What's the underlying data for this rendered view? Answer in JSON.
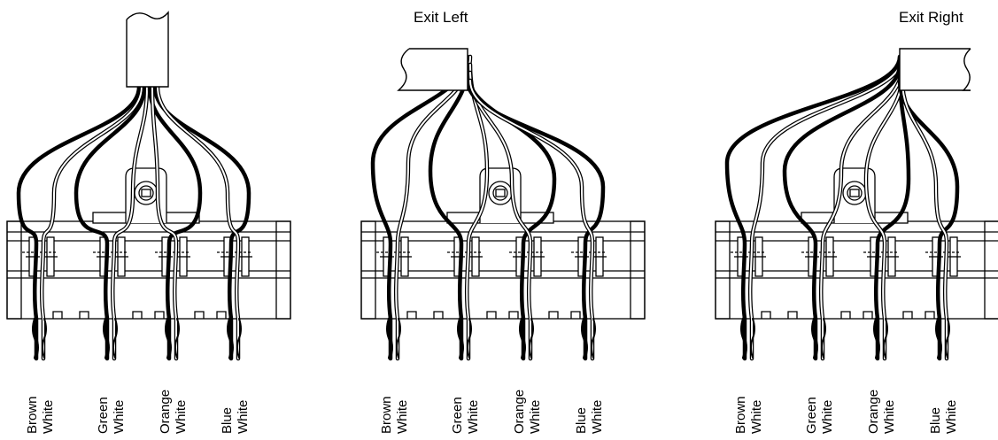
{
  "panels": [
    {
      "title": "",
      "cable_exit": "top"
    },
    {
      "title": "Exit Left",
      "cable_exit": "left"
    },
    {
      "title": "Exit Right",
      "cable_exit": "right"
    }
  ],
  "pair_labels": [
    {
      "color": "Brown",
      "stripe": "White"
    },
    {
      "color": "Green",
      "stripe": "White"
    },
    {
      "color": "Orange",
      "stripe": "White"
    },
    {
      "color": "Blue",
      "stripe": "White"
    }
  ]
}
